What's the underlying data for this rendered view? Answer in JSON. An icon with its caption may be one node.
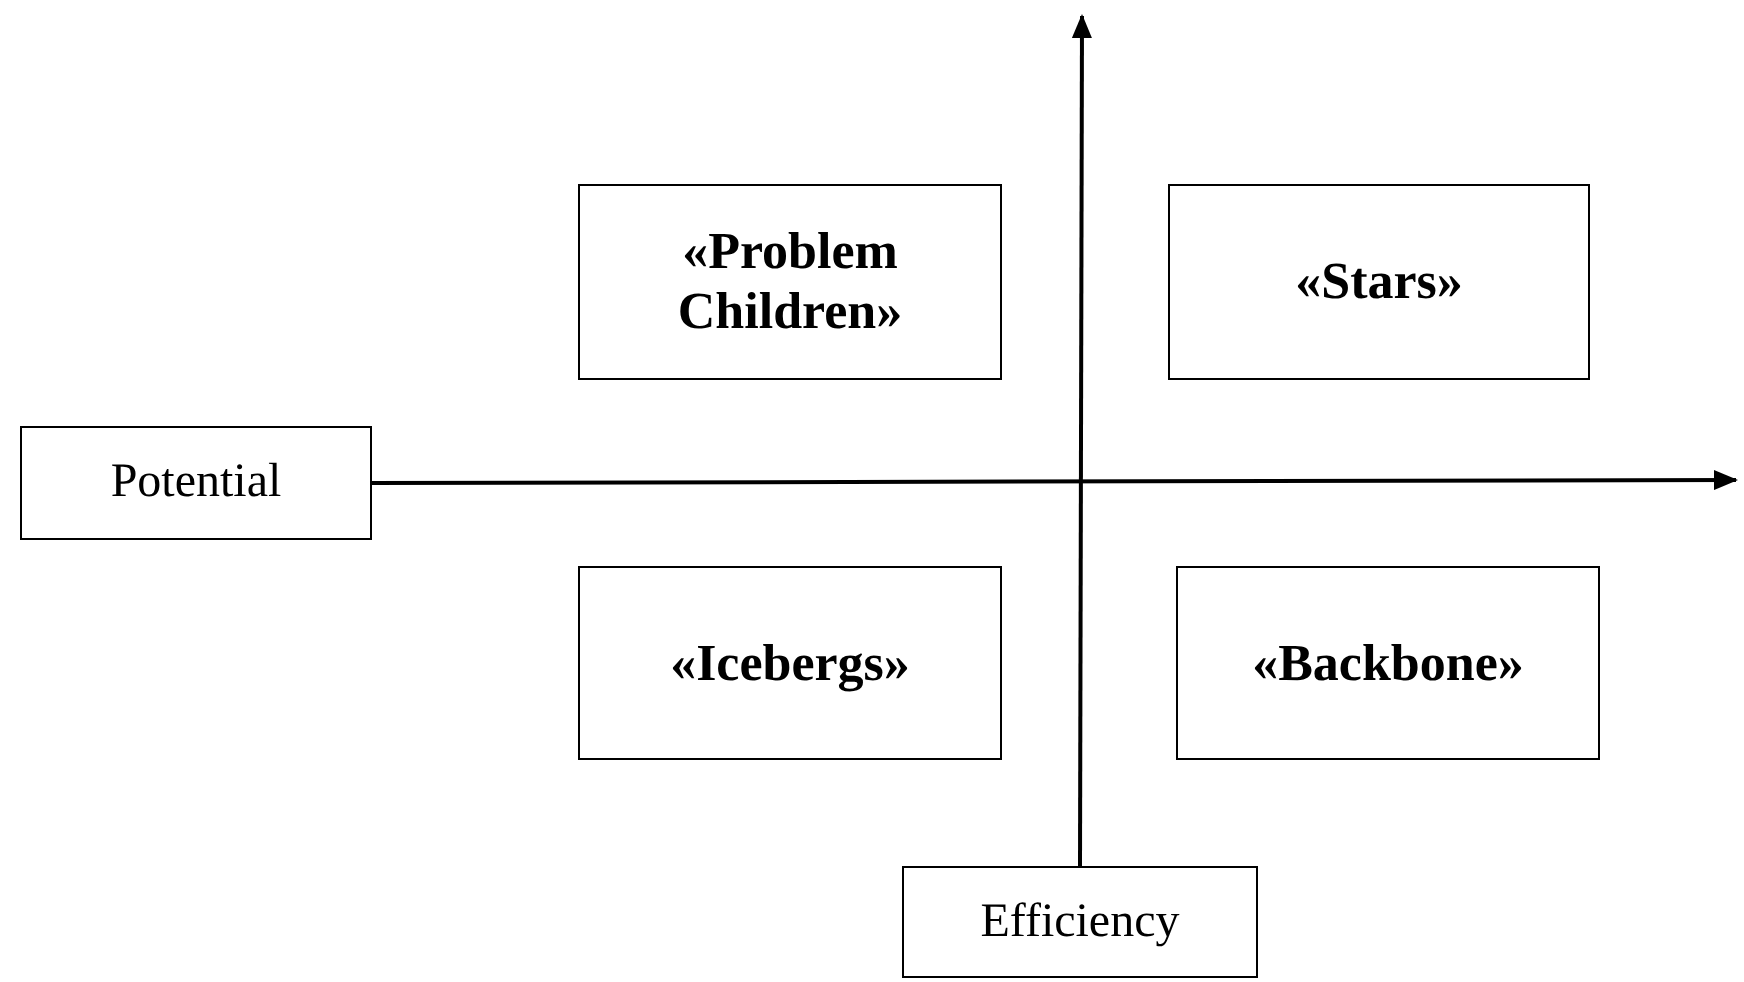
{
  "diagram": {
    "nodes": [
      {
        "text": [
          "«Problem Children»"
        ]
      },
      {
        "text": [
          "«Stars»"
        ]
      },
      {
        "text": [
          "Potential"
        ]
      },
      {
        "text": [
          "«Icebergs»"
        ]
      },
      {
        "text": [
          "«Backbone»"
        ]
      },
      {
        "text": [
          "Efficiency"
        ]
      }
    ],
    "edges": [
      {
        "from": 2,
        "to": null,
        "arrow": "to"
      },
      {
        "from": 5,
        "to": null,
        "arrow": "to"
      }
    ]
  }
}
